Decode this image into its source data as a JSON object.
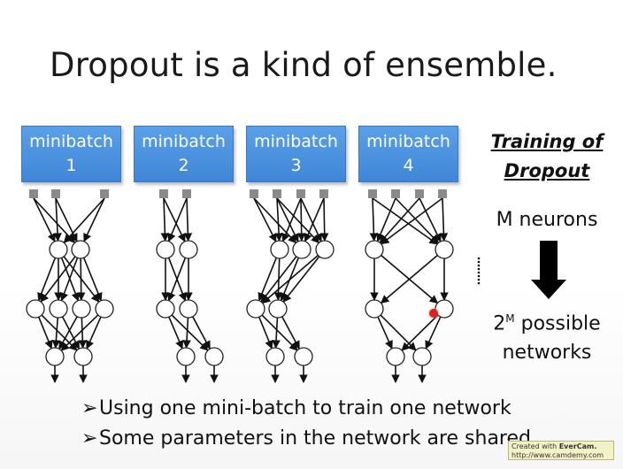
{
  "slide": {
    "title": "Dropout is a kind of ensemble.",
    "minibatches": [
      {
        "line1": "minibatch",
        "line2": "1"
      },
      {
        "line1": "minibatch",
        "line2": "2"
      },
      {
        "line1": "minibatch",
        "line2": "3"
      },
      {
        "line1": "minibatch",
        "line2": "4"
      }
    ],
    "side": {
      "training_line1": "Training of",
      "training_line2": "Dropout",
      "neurons": "M neurons",
      "possible_base": "2",
      "possible_exp": "M",
      "possible_rest": " possible",
      "networks": "networks"
    },
    "bullets": [
      "Using one mini-batch to train one network",
      "Some parameters in the network are shared"
    ],
    "watermark": {
      "line1_prefix": "Created with ",
      "brand": "EverCam.",
      "line2": "http://www.camdemy.com"
    },
    "colors": {
      "box_blue": "#4a93e0",
      "pointer_red": "#e02020"
    }
  }
}
